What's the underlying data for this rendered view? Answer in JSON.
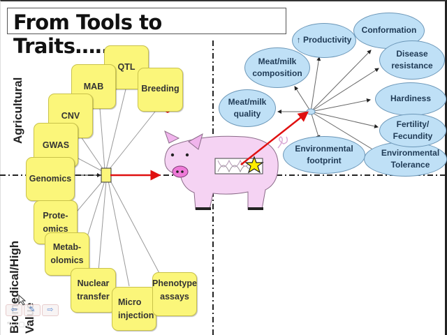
{
  "slide": {
    "title": "From Tools to Traits………",
    "quadrant_labels": {
      "top_left": "Agricultural",
      "bottom_left": "Biomedical/High Value"
    },
    "tools": [
      {
        "id": "qtl",
        "label": "QTL"
      },
      {
        "id": "mab",
        "label": "MAB"
      },
      {
        "id": "breeding",
        "label": "Breeding"
      },
      {
        "id": "cnv",
        "label": "CNV"
      },
      {
        "id": "gwas",
        "label": "GWAS"
      },
      {
        "id": "genomics",
        "label": "Genomics"
      },
      {
        "id": "proteomics",
        "label": "Prote-\nomics"
      },
      {
        "id": "metabolomics",
        "label": "Metab-\nolomics"
      },
      {
        "id": "nuclear-transfer",
        "label": "Nuclear\ntransfer"
      },
      {
        "id": "micro-injection",
        "label": "Micro\ninjection"
      },
      {
        "id": "phenotype-assays",
        "label": "Phenotype\nassays"
      }
    ],
    "traits": [
      {
        "id": "productivity",
        "label": "↑ Productivity"
      },
      {
        "id": "conformation",
        "label": "Conformation"
      },
      {
        "id": "meat-milk-composition",
        "label": "Meat/milk\ncomposition"
      },
      {
        "id": "disease-resistance",
        "label": "Disease\nresistance"
      },
      {
        "id": "meat-milk-quality",
        "label": "Meat/milk\nquality"
      },
      {
        "id": "hardiness",
        "label": "Hardiness"
      },
      {
        "id": "fertility-fecundity",
        "label": "Fertility/\nFecundity"
      },
      {
        "id": "environmental-footprint",
        "label": "Environmental\nfootprint"
      },
      {
        "id": "environmental-tolerance",
        "label": "Environmental\nTolerance"
      }
    ],
    "central_image": "pig-with-dna-and-star",
    "colors": {
      "tool_fill": "#fbf67a",
      "trait_fill": "#bfe0f6",
      "arrow_red": "#e01010",
      "pig_fill": "#f5d3f3"
    }
  },
  "player_controls": [
    {
      "id": "prev",
      "icon": "arrow-left-icon",
      "glyph": "⇦"
    },
    {
      "id": "pen",
      "icon": "pen-icon",
      "glyph": "✎"
    },
    {
      "id": "next",
      "icon": "arrow-right-icon",
      "glyph": "⇨"
    }
  ]
}
